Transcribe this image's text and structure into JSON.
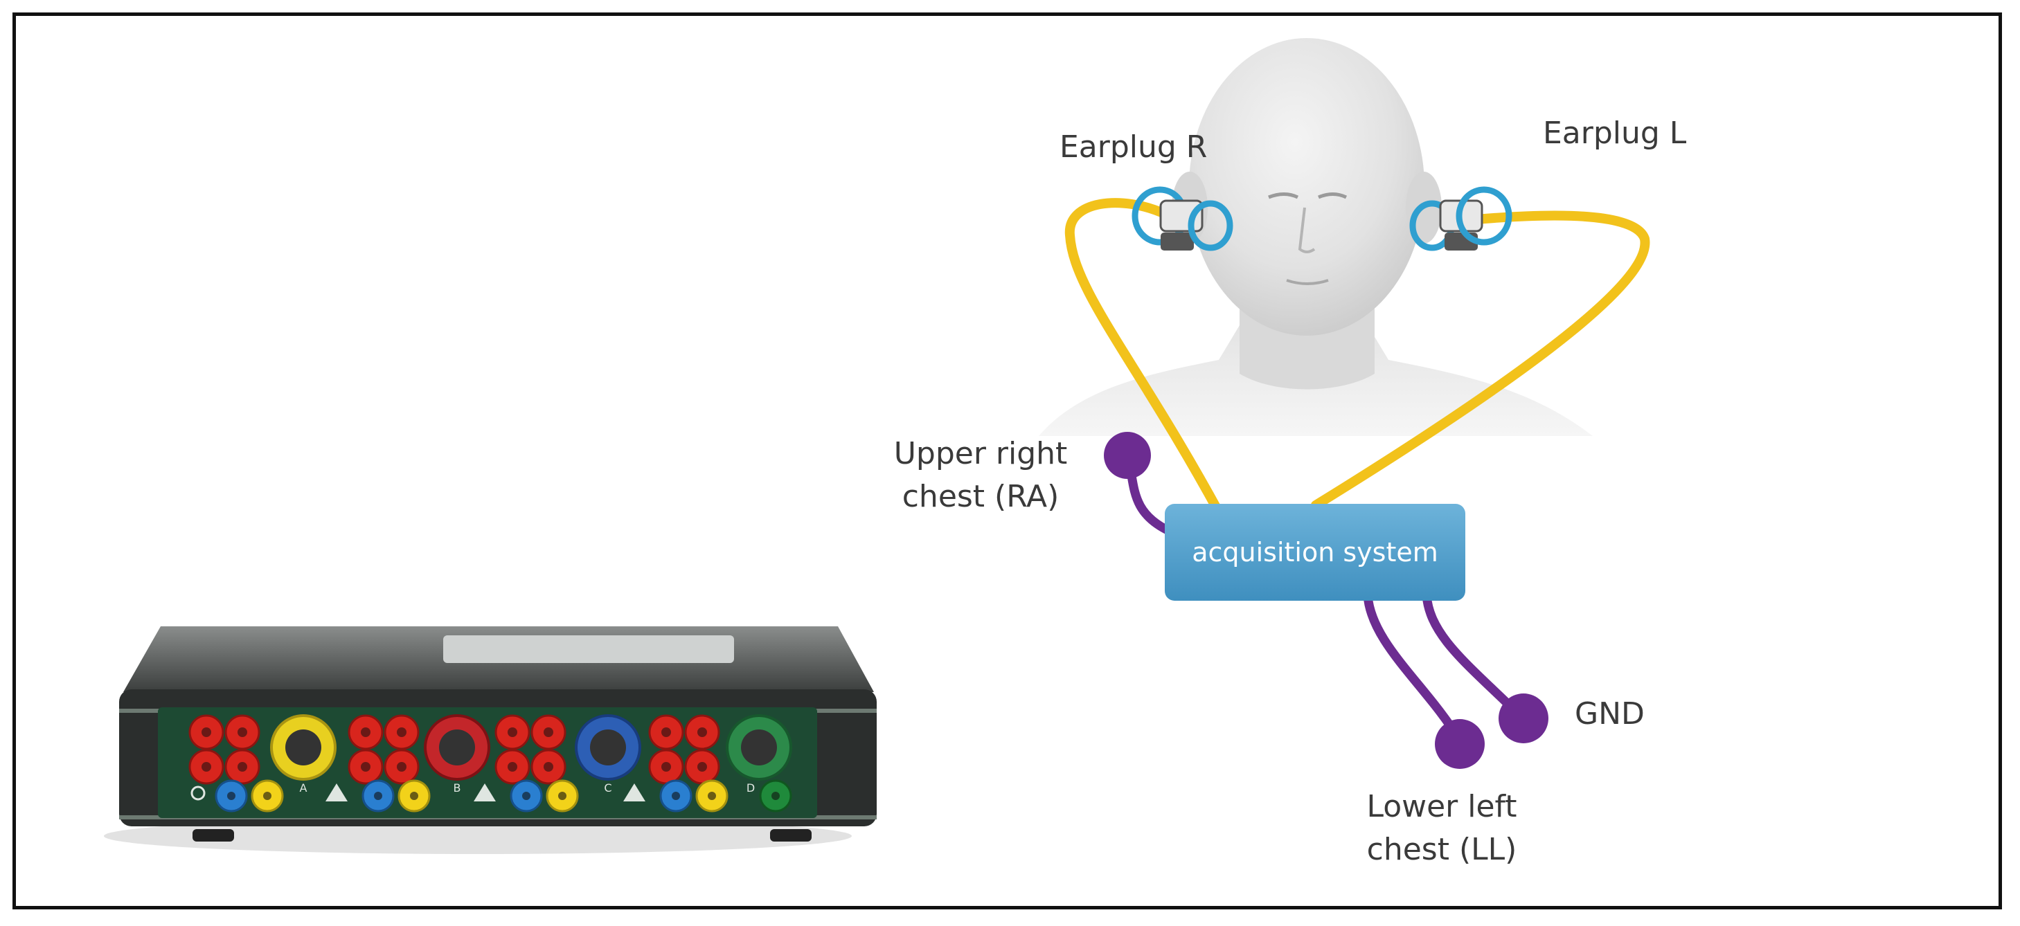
{
  "labels": {
    "earplug_r": "Earplug R",
    "earplug_l": "Earplug L",
    "upper_right_line1": "Upper right",
    "upper_right_line2": "chest (RA)",
    "acquisition": "acquisition system",
    "gnd": "GND",
    "lower_left_line1": "Lower left",
    "lower_left_line2": "chest (LL)",
    "channel_a": "A",
    "channel_b": "B",
    "channel_c": "C",
    "channel_d": "D"
  },
  "colors": {
    "frame": "#111111",
    "cable_ear": "#f2c21b",
    "cable_electrode": "#6c2c91",
    "acquisition_box": "#4f9cc8",
    "earplug_ring": "#2f9fd0",
    "device_body": "#2b2e2d",
    "device_panel": "#1d4a33",
    "jack_red": "#d8251d",
    "jack_yellow": "#f2d21a",
    "jack_blue": "#2a7fd0",
    "jack_green": "#1f8a3b"
  },
  "icons": {
    "device": "acquisition-hardware-front-panel",
    "head": "human-head",
    "electrode": "electrode-dot",
    "earplug": "earplug"
  }
}
